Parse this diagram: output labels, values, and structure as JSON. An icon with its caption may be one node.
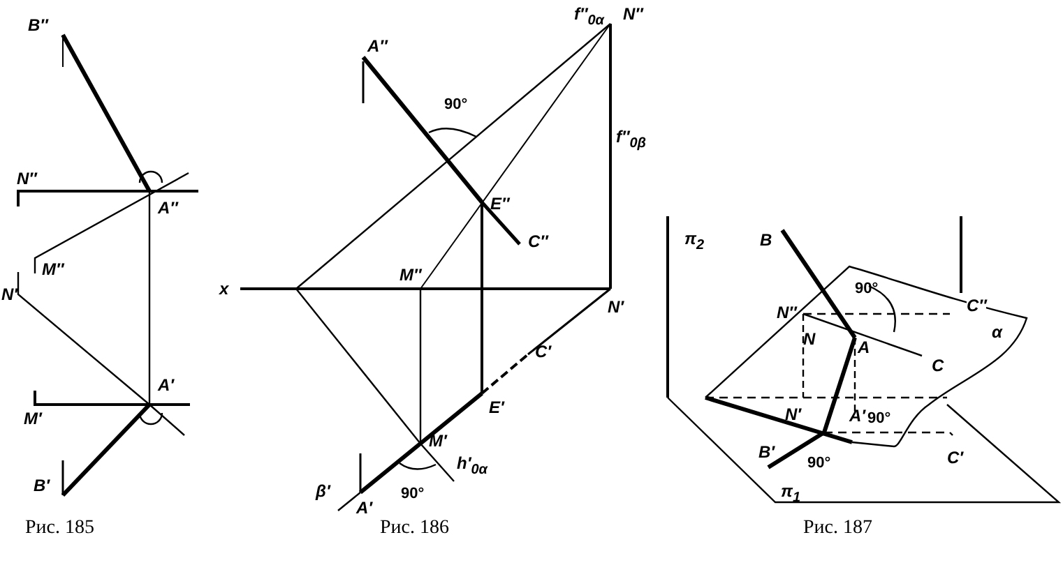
{
  "diagram": {
    "labels": [
      "B″",
      "N″",
      "A″",
      "M″",
      "N′",
      "A′",
      "M′",
      "B′",
      "Рис. 185",
      "A″",
      "f″$_{0α}$",
      "N″",
      "90°",
      "f″$_{0β}$",
      "E″",
      "C″",
      "x",
      "M″",
      "N′",
      "C′",
      "E′",
      "M′",
      "h′$_{0α}$",
      "β′",
      "90°",
      "A′",
      "Рис. 186",
      "π$_{2}$",
      "B",
      "90°",
      "N″",
      "C″",
      "N",
      "A",
      "α",
      "C",
      "N′",
      "A′",
      "B′",
      "90°",
      "90°",
      "C′",
      "π$_{1}$",
      "Рис. 187"
    ]
  }
}
